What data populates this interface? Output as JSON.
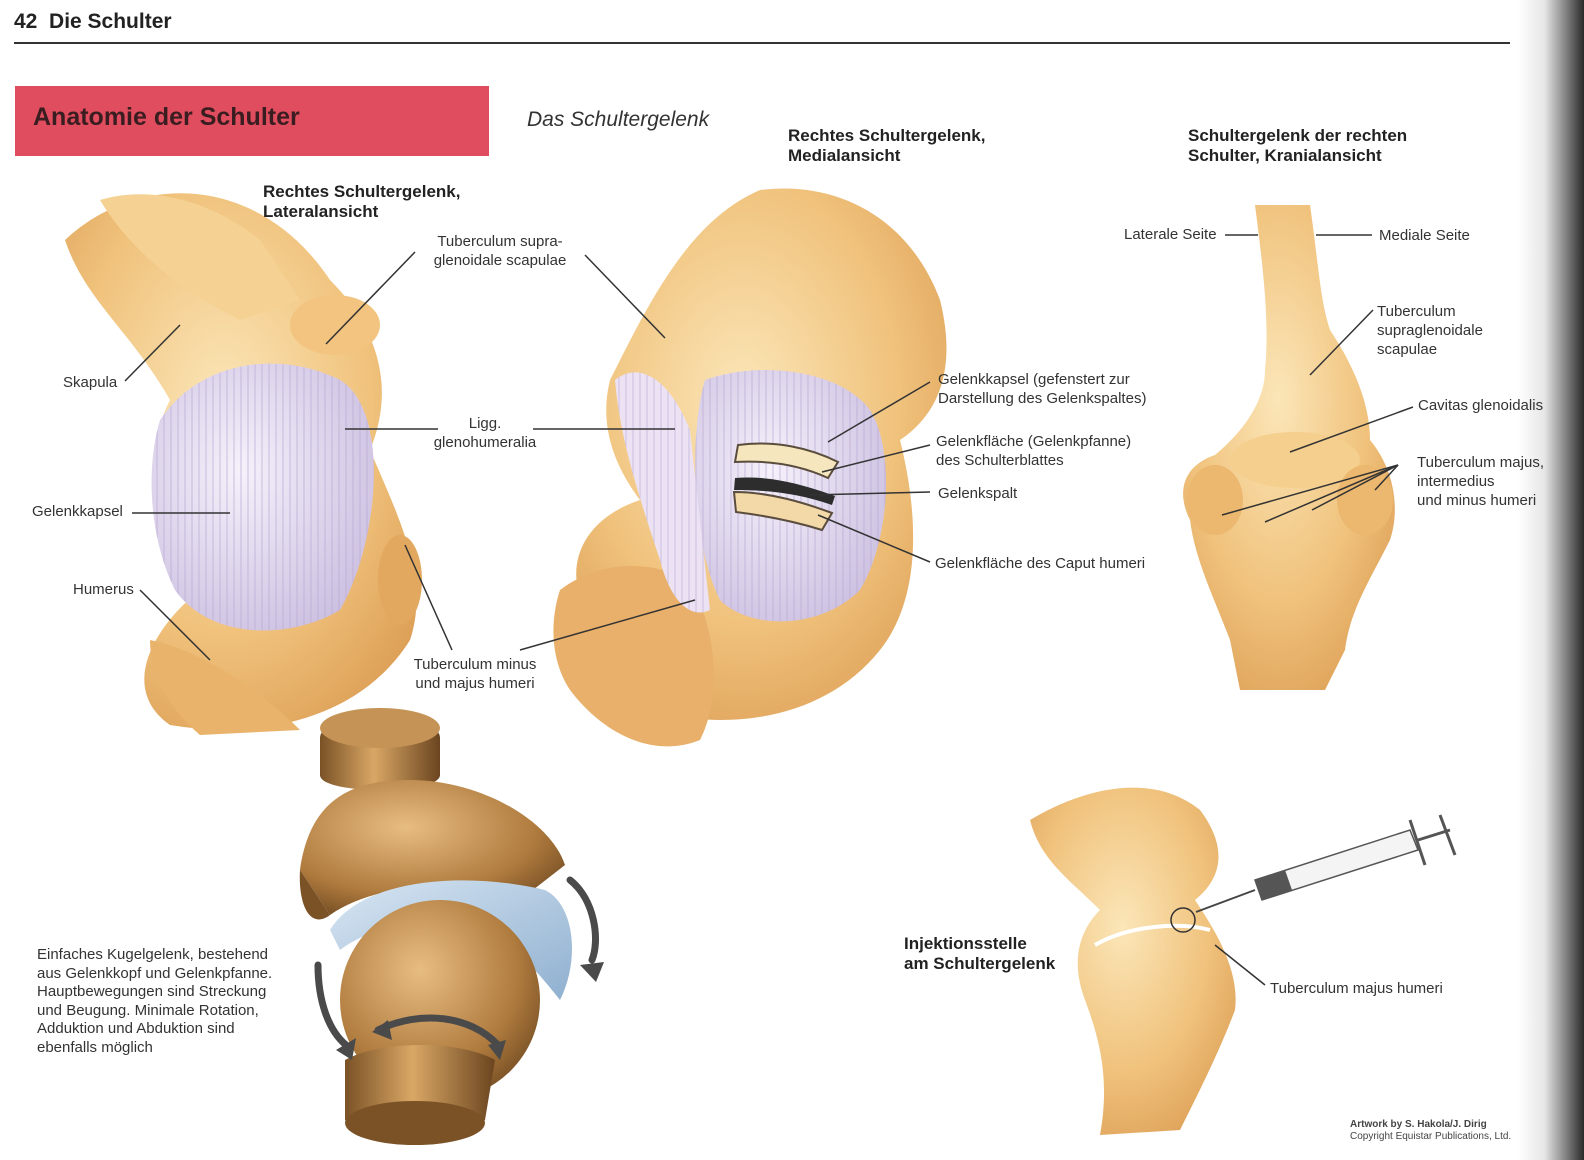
{
  "header": {
    "page_number": "42",
    "chapter": "Die Schulter"
  },
  "banner": {
    "title": "Anatomie der Schulter"
  },
  "subtitle": "Das Schultergelenk",
  "figures": {
    "lateral": {
      "heading_line1": "Rechtes Schultergelenk,",
      "heading_line2": "Lateralansicht",
      "labels": {
        "tuberculum_supra_1": "Tuberculum supra-",
        "tuberculum_supra_2": "glenoidale scapulae",
        "skapula": "Skapula",
        "ligg_1": "Ligg.",
        "ligg_2": "glenohumeralia",
        "gelenkkapsel": "Gelenkkapsel",
        "humerus": "Humerus",
        "tub_minus_1": "Tuberculum minus",
        "tub_minus_2": "und majus humeri"
      }
    },
    "medial": {
      "heading_line1": "Rechtes Schultergelenk,",
      "heading_line2": "Medialansicht",
      "labels": {
        "kapsel_1": "Gelenkkapsel (gefenstert zur",
        "kapsel_2": "Darstellung des Gelenkspaltes)",
        "flaeche_1": "Gelenkfläche (Gelenkpfanne)",
        "flaeche_2": "des Schulterblattes",
        "spalt": "Gelenkspalt",
        "caput": "Gelenkfläche des Caput humeri"
      }
    },
    "cranial": {
      "heading_line1": "Schultergelenk der rechten",
      "heading_line2": "Schulter, Kranialansicht",
      "labels": {
        "laterale": "Laterale Seite",
        "mediale": "Mediale Seite",
        "tub_supra_1": "Tuberculum",
        "tub_supra_2": "supraglenoidale",
        "tub_supra_3": "scapulae",
        "cavitas": "Cavitas glenoidalis",
        "tub_majus_1": "Tuberculum majus,",
        "tub_majus_2": "intermedius",
        "tub_majus_3": "und minus humeri"
      }
    },
    "ball_joint": {
      "description": [
        "Einfaches Kugelgelenk, bestehend",
        "aus Gelenkkopf und Gelenkpfanne.",
        "Hauptbewegungen sind Streckung",
        "und Beugung. Minimale Rotation,",
        "Adduktion und Abduktion sind",
        "ebenfalls möglich"
      ]
    },
    "injection": {
      "heading_line1": "Injektionsstelle",
      "heading_line2": "am Schultergelenk",
      "label": "Tuberculum majus humeri"
    }
  },
  "credits": {
    "line1": "Artwork by S. Hakola/J. Dirig",
    "line2": "Copyright Equistar Publications, Ltd."
  },
  "colors": {
    "banner": "#df4d5e",
    "bone": "#f1c27a",
    "capsule": "#ddd3ea",
    "cartilage": "#a9c3dd",
    "bronze": "#b98a4e"
  }
}
